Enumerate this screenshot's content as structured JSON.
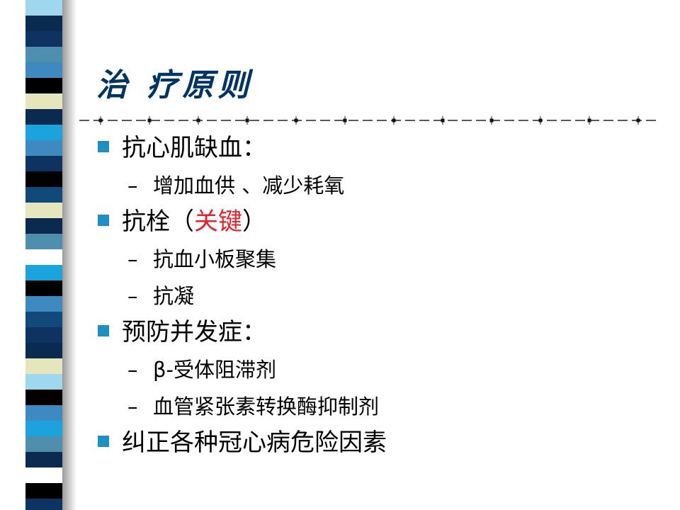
{
  "slide": {
    "title": "治 疗原则",
    "accent_color": "#003366",
    "bullet_color": "#1c8fc5",
    "highlight_color": "#e8202a",
    "bullets": [
      {
        "text": "抗心肌缺血：",
        "children": [
          "增加血供 、减少耗氧"
        ]
      },
      {
        "text_before": "抗栓（",
        "text_highlight": "关键",
        "text_after": "）",
        "children": [
          "抗血小板聚集",
          "抗凝"
        ]
      },
      {
        "text": "预防并发症：",
        "children": [
          "β-受体阻滞剂",
          "血管紧张素转换酶抑制剂"
        ]
      },
      {
        "text": "纠正各种冠心病危险因素",
        "children": []
      }
    ],
    "sub_marker": "–"
  }
}
